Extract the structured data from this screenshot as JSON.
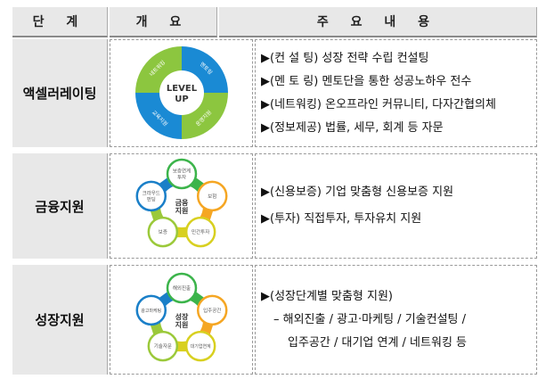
{
  "header": {
    "stage": "단 계",
    "overview": "개 요",
    "content": "주 요 내 용"
  },
  "rows": [
    {
      "stage": "액셀러레이팅",
      "diagram": {
        "center": [
          "LEVEL",
          "UP"
        ],
        "pieces": [
          "네트워킹",
          "멘토링",
          "운영지원",
          "교육지원"
        ],
        "colors": {
          "green": "#8cc63f",
          "blue": "#1a8ad4"
        }
      },
      "items": [
        "▶(컨 설 팅) 성장 전략 수립 컨설팅",
        "▶(멘 토 링) 멘토단을 통한 성공노하우 전수",
        "▶(네트워킹) 온오프라인 커뮤니티, 다자간협의체",
        "▶(정보제공) 법률, 세무, 회계 등 자문"
      ]
    },
    {
      "stage": "금융지원",
      "diagram": {
        "center": [
          "금융",
          "지원"
        ],
        "circles": [
          "보증연계투자",
          "보험",
          "민간투자",
          "보증",
          "크라우드펀딩"
        ]
      },
      "items": [
        "▶(신용보증) 기업 맞춤형 신용보증 지원",
        "▶(투자) 직접투자, 투자유치 지원"
      ]
    },
    {
      "stage": "성장지원",
      "diagram": {
        "center": [
          "성장",
          "지원"
        ],
        "circles": [
          "해외진출",
          "입주공간",
          "대기업연계",
          "기술자문",
          "광고마케팅"
        ]
      },
      "items": [
        "▶(성장단계별 맞춤형 지원)",
        "– 해외진출 / 광고·마케팅 /  기술컨설팅 /",
        "입주공간 / 대기업 연계 / 네트워킹 등"
      ]
    }
  ]
}
